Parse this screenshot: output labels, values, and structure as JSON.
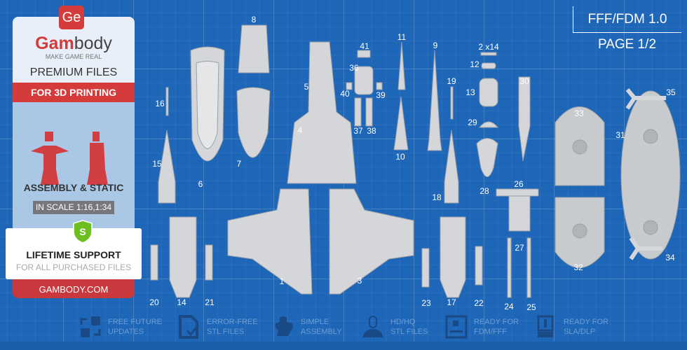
{
  "panel": {
    "logo": "Ge",
    "brand_red": "Gam",
    "brand_gray": "body",
    "tagline": "MAKE GAME REAL",
    "premium": "PREMIUM FILES",
    "for_printing": "FOR 3D PRINTING",
    "assembly": "ASSEMBLY & STATIC",
    "scale": "IN SCALE 1:16,1:34",
    "shield_letter": "S",
    "support_title": "LIFETIME SUPPORT",
    "support_sub": "FOR ALL PURCHASED FILES",
    "website": "GAMBODY.COM"
  },
  "header": {
    "format": "FFF/FDM 1.0",
    "page": "PAGE 1/2"
  },
  "part_labels": [
    "8",
    "16",
    "15",
    "6",
    "7",
    "5",
    "4",
    "41",
    "36",
    "40",
    "39",
    "37",
    "38",
    "11",
    "10",
    "9",
    "19",
    "18",
    "2 x14",
    "12",
    "13",
    "29",
    "28",
    "30",
    "26",
    "27",
    "33",
    "31",
    "35",
    "32",
    "34",
    "1",
    "3",
    "20",
    "14",
    "21",
    "23",
    "17",
    "22",
    "24",
    "25"
  ],
  "features": [
    {
      "icon": "refresh-icon",
      "line1": "FREE FUTURE",
      "line2": "UPDATES"
    },
    {
      "icon": "file-check-icon",
      "line1": "ERROR-FREE",
      "line2": "STL FILES"
    },
    {
      "icon": "puzzle-icon",
      "line1": "SIMPLE",
      "line2": "ASSEMBLY"
    },
    {
      "icon": "figure-icon",
      "line1": "HD/HQ",
      "line2": "STL FILES"
    },
    {
      "icon": "fdm-printer-icon",
      "line1": "READY FOR",
      "line2": "FDM/FFF"
    },
    {
      "icon": "sla-printer-icon",
      "line1": "READY FOR",
      "line2": "SLA/DLP"
    }
  ],
  "colors": {
    "background": "#1d66b8",
    "accent": "#d63b3b",
    "shield": "#6cbf1e"
  }
}
